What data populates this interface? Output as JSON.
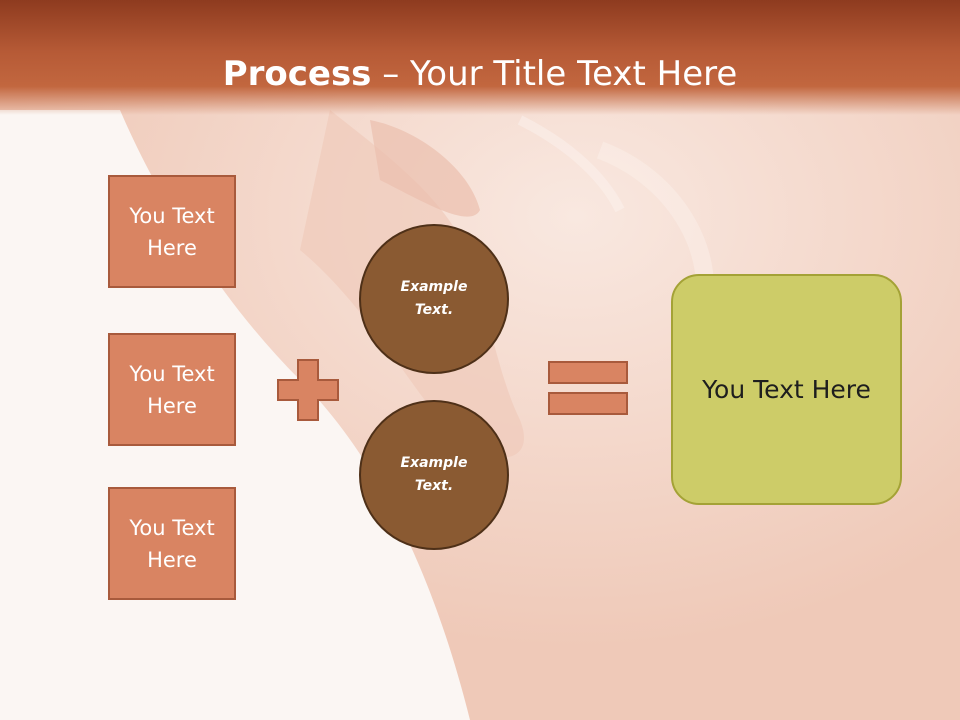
{
  "title": {
    "bold": "Process",
    "rest": " – Your Title Text Here"
  },
  "left_boxes": [
    {
      "label": "You Text Here"
    },
    {
      "label": "You Text Here"
    },
    {
      "label": "You Text Here"
    }
  ],
  "circles": [
    {
      "label": "Example Text."
    },
    {
      "label": "Example Text."
    }
  ],
  "operators": {
    "plus_icon": "plus-icon",
    "equals_icon": "equals-icon"
  },
  "result": {
    "label": "You Text Here"
  },
  "colors": {
    "title_bar": "#b65a36",
    "box_fill": "#d98462",
    "circle_fill": "#8a5a32",
    "result_fill": "#cdcc68"
  }
}
